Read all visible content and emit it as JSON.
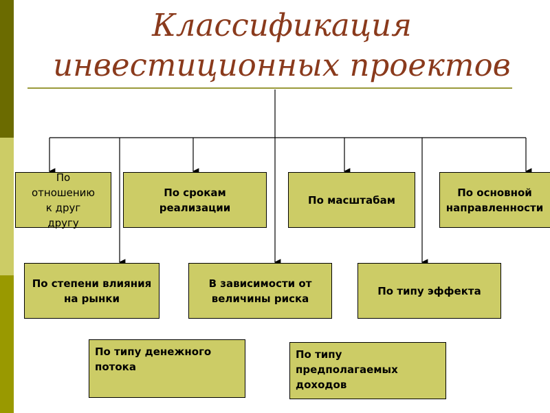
{
  "title": {
    "line1": "Классификация",
    "line2": "инвестиционных проектов"
  },
  "colors": {
    "strip_dark": "#6b6b00",
    "strip_light": "#cccc66",
    "strip_mid": "#999900",
    "box_fill": "#cccc66",
    "title": "#8a3a1c"
  },
  "boxes": [
    {
      "label": "По отношению к друг другу"
    },
    {
      "label": "По срокам реализации"
    },
    {
      "label": "По масштабам"
    },
    {
      "label": "По основной направленности"
    },
    {
      "label": "По степени влияния на рынки"
    },
    {
      "label": "В зависимости от величины риска"
    },
    {
      "label": "По типу эффекта"
    },
    {
      "label": "По типу денежного потока"
    },
    {
      "label": "По типу предполагаемых доходов"
    }
  ]
}
